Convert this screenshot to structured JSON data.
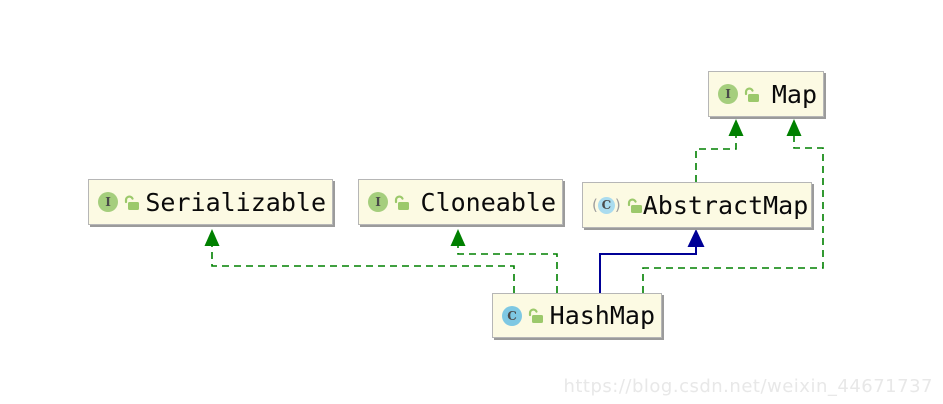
{
  "nodes": {
    "map": {
      "label": "Map",
      "type": "interface"
    },
    "serializable": {
      "label": "Serializable",
      "type": "interface"
    },
    "cloneable": {
      "label": "Cloneable",
      "type": "interface"
    },
    "abstract_map": {
      "label": "AbstractMap",
      "type": "abstract-class"
    },
    "hash_map": {
      "label": "HashMap",
      "type": "class"
    }
  },
  "icons": {
    "interface_letter": "I",
    "class_letter": "C",
    "abstract_open_paren": "(",
    "abstract_close_paren": ")"
  },
  "edges": [
    {
      "from": "HashMap",
      "to": "Serializable",
      "relation": "realization",
      "style": "green-dashed"
    },
    {
      "from": "HashMap",
      "to": "Cloneable",
      "relation": "realization",
      "style": "green-dashed"
    },
    {
      "from": "HashMap",
      "to": "AbstractMap",
      "relation": "generalization",
      "style": "blue-solid"
    },
    {
      "from": "HashMap",
      "to": "Map",
      "relation": "realization",
      "style": "green-dashed"
    },
    {
      "from": "AbstractMap",
      "to": "Map",
      "relation": "realization",
      "style": "green-dashed"
    }
  ],
  "colors": {
    "canvas": "#FFFFFF",
    "node_fill": "#FCFAE3",
    "node_border": "#B6B6B6",
    "node_shadow": "#9B9B9B",
    "realization_green": "#008000",
    "extends_blue": "#000096",
    "interface_icon_green": "#A5CE7D",
    "class_icon_blue": "#7EC8E3",
    "abstract_icon_blue": "#AADCEF",
    "lock_green": "#9CC96B",
    "watermark_gray": "#E8E8E8"
  },
  "watermark": "https://blog.csdn.net/weixin_44671737"
}
